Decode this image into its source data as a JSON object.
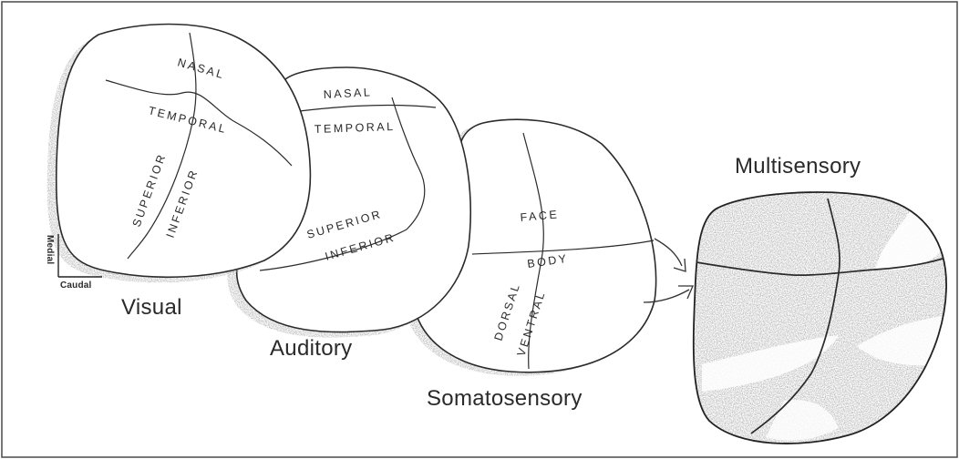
{
  "maps": [
    {
      "id": "visual",
      "title": "Visual",
      "labels": [
        "NASAL",
        "TEMPORAL",
        "SUPERIOR",
        "INFERIOR"
      ]
    },
    {
      "id": "auditory",
      "title": "Auditory",
      "labels": [
        "NASAL",
        "TEMPORAL",
        "SUPERIOR",
        "INFERIOR"
      ]
    },
    {
      "id": "somatosensory",
      "title": "Somatosensory",
      "labels": [
        "FACE",
        "BODY",
        "DORSAL",
        "VENTRAL"
      ]
    },
    {
      "id": "multisensory",
      "title": "Multisensory",
      "labels": []
    }
  ],
  "scale_bar": {
    "vertical": "Medial",
    "horizontal": "Caudal"
  }
}
